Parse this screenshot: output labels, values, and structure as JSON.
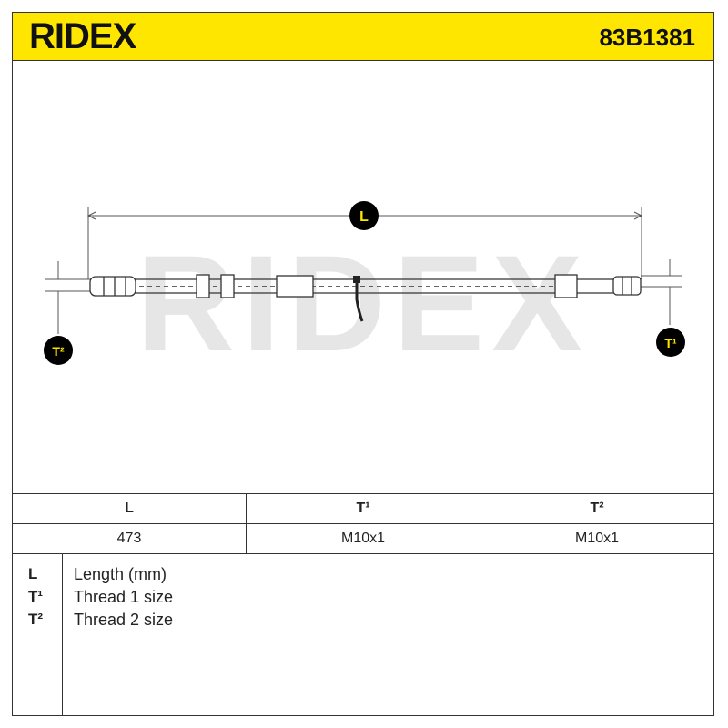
{
  "header": {
    "brand": "RIDEX",
    "part_number": "83B1381",
    "bg_color": "#ffe600"
  },
  "drawing": {
    "watermark": "RIDEX",
    "labels": {
      "length": "L",
      "thread1": "T¹",
      "thread2": "T²"
    },
    "badge_color": "#000000",
    "badge_text_color": "#ffe600"
  },
  "spec_table": {
    "headers": [
      "L",
      "T¹",
      "T²"
    ],
    "values": [
      "473",
      "M10x1",
      "M10x1"
    ]
  },
  "legend": [
    {
      "key": "L",
      "text": "Length (mm)"
    },
    {
      "key": "T¹",
      "text": "Thread 1 size"
    },
    {
      "key": "T²",
      "text": "Thread 2 size"
    }
  ]
}
